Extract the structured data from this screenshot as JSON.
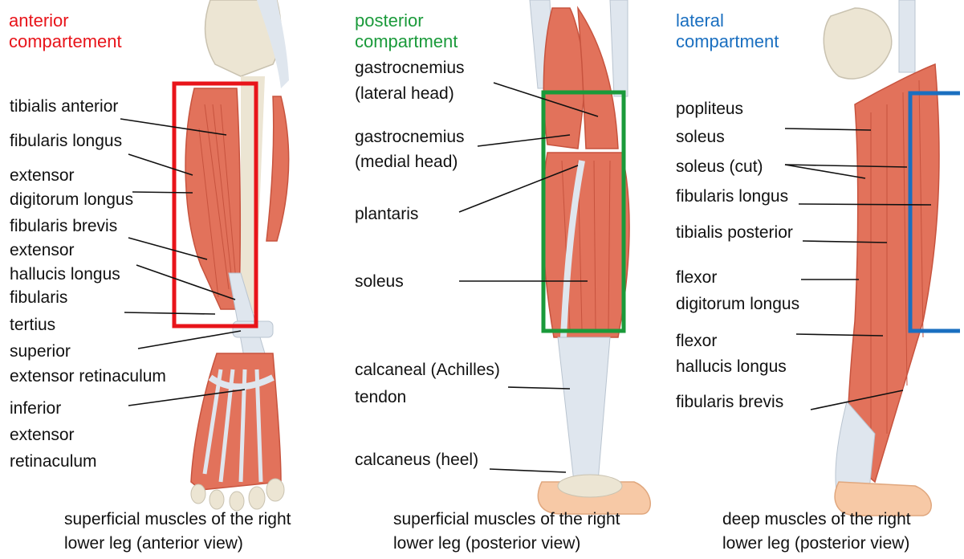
{
  "colors": {
    "anterior": "#e8141a",
    "posterior": "#1a9a3a",
    "lateral": "#1a6fc0",
    "muscle": "#e2725b",
    "muscle_dark": "#c7533e",
    "tendon": "#dfe6ee",
    "bone": "#ece5d3",
    "skin": "#f7c9a6"
  },
  "anterior": {
    "title_l1": "anterior",
    "title_l2": "compartement",
    "labels": [
      "tibialis anterior",
      "fibularis longus",
      "extensor",
      "digitorum longus",
      "fibularis brevis",
      "extensor",
      "hallucis longus",
      "fibularis",
      "tertius",
      "superior",
      "extensor retinaculum",
      "inferior",
      "extensor",
      "retinaculum"
    ],
    "caption_l1": "superficial muscles of the right",
    "caption_l2": "lower leg (anterior view)"
  },
  "posterior": {
    "title_l1": "posterior",
    "title_l2": "compartment",
    "labels": [
      "gastrocnemius",
      "(lateral head)",
      "gastrocnemius",
      "(medial head)",
      "plantaris",
      "soleus",
      "calcaneal (Achilles)",
      "tendon",
      "calcaneus (heel)"
    ],
    "caption_l1": "superficial muscles of the right",
    "caption_l2": "lower leg (posterior view)"
  },
  "lateral": {
    "title_l1": "lateral",
    "title_l2": "compartment",
    "labels": [
      "popliteus",
      "soleus",
      "soleus (cut)",
      "fibularis longus",
      "tibialis posterior",
      "flexor",
      "digitorum longus",
      "flexor",
      "hallucis longus",
      "fibularis brevis"
    ],
    "caption_l1": "deep muscles of the right",
    "caption_l2": "lower leg (posterior view)"
  }
}
